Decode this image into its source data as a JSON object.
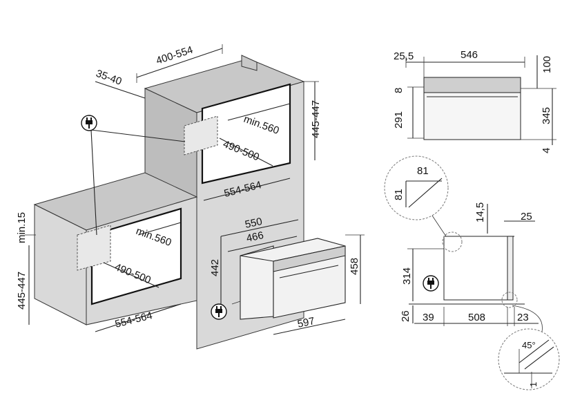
{
  "left_view": {
    "top_width": "400-554",
    "top_depth": "35-40",
    "upper_height": "445-447",
    "upper_inner_width": "min.560",
    "upper_inner_depth": "490-500",
    "upper_bottom_width": "554-564",
    "lower_min": "min.15",
    "lower_height": "445-447",
    "lower_inner_width": "min.560",
    "lower_inner_depth": "490-500",
    "lower_bottom_width": "554-564"
  },
  "oven_view": {
    "depth_outer": "550",
    "depth_inner": "466",
    "height_left": "442",
    "height_right": "458",
    "width": "597"
  },
  "top_right": {
    "left_offset": "25,5",
    "width": "546",
    "top_clearance": "100",
    "panel": "8",
    "body_height": "291",
    "total_height": "345",
    "bottom": "4"
  },
  "side_view": {
    "detail_w": "81",
    "detail_h": "81",
    "top_offset": "14,5",
    "door": "25",
    "height": "314",
    "base": "26",
    "front": "39",
    "depth": "508",
    "rear": "23",
    "angle": "45°",
    "angle_gap": "1"
  },
  "colors": {
    "cabinet": "#d9d9d9",
    "line": "#222222"
  },
  "icons": [
    "power-plug-icon"
  ]
}
